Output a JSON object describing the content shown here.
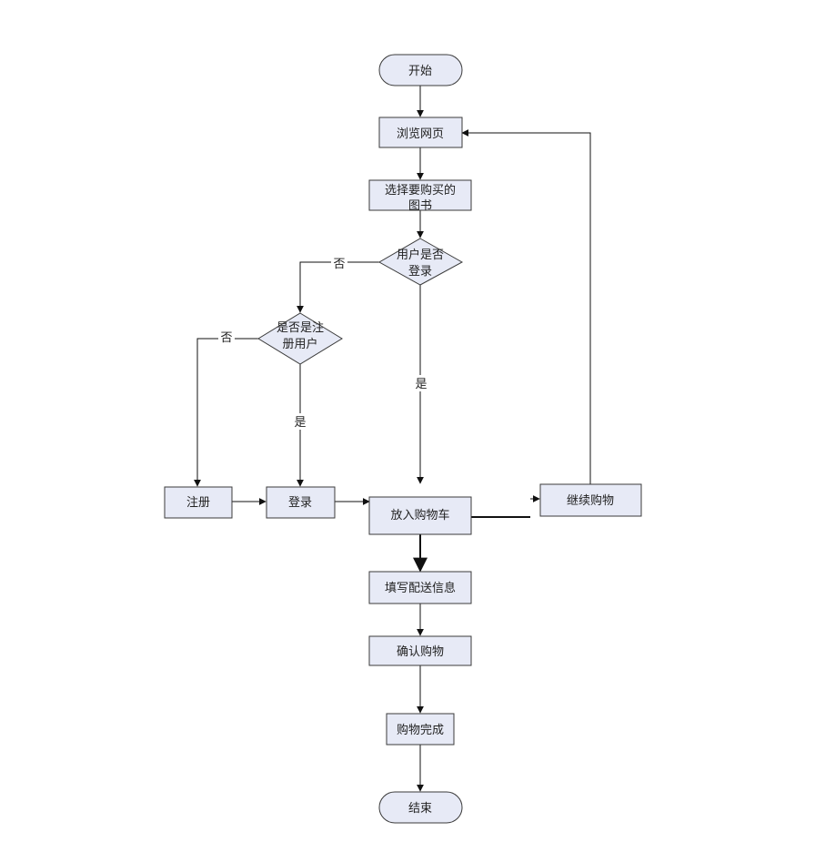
{
  "nodes": {
    "start": "开始",
    "browse": "浏览网页",
    "select_1": "选择要购买的",
    "select_2": "图书",
    "logged_in_1": "用户是否",
    "logged_in_2": "登录",
    "registered_1": "是否是注",
    "registered_2": "册用户",
    "register": "注册",
    "login": "登录",
    "add_cart": "放入购物车",
    "continue": "继续购物",
    "fill_info": "填写配送信息",
    "confirm": "确认购物",
    "complete": "购物完成",
    "end": "结束"
  },
  "edges": {
    "no_logged_in": "否",
    "yes_logged_in": "是",
    "no_registered": "否",
    "yes_registered": "是"
  },
  "colors": {
    "node_fill": "#e7eaf6",
    "node_stroke": "#3b3b3b",
    "line": "#111111"
  }
}
